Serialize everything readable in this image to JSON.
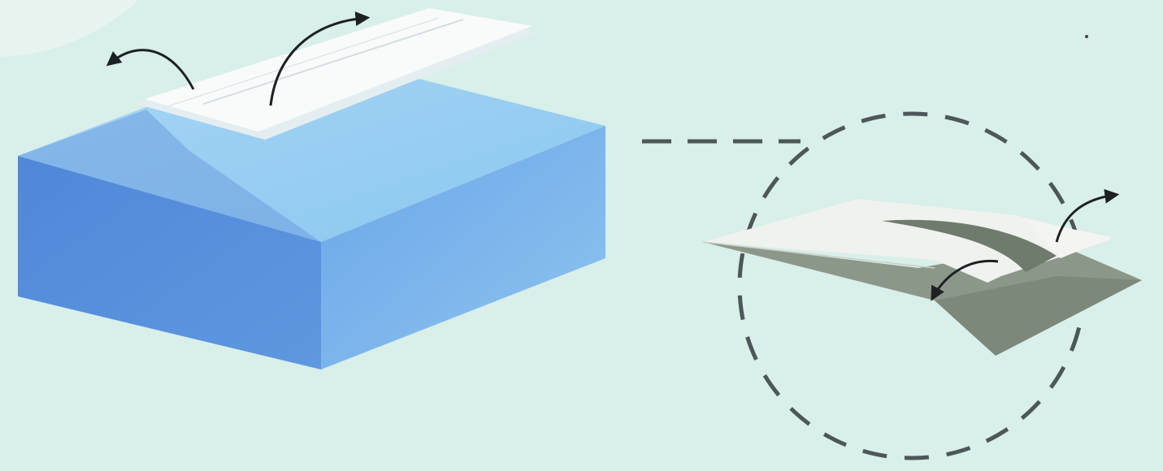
{
  "diagram": {
    "colors": {
      "background": "#d9efe9",
      "box_front": "#5a92dd",
      "box_side": "#76b0ea",
      "box_top": "#9fcff3",
      "paper_strip": "#f8fafa",
      "fold_dark": "#8e998b",
      "fold_light": "#eef1ef",
      "arrow": "#1d2124",
      "callout_dash": "#4d5759"
    },
    "elements": {
      "box": "rectangular-box",
      "strip": "paper-strip-on-box",
      "detail": "zoomed-fold-detail",
      "callout": "dashed-callout-circle"
    },
    "arrows": {
      "count_on_box": 2,
      "count_in_detail": 2
    }
  }
}
